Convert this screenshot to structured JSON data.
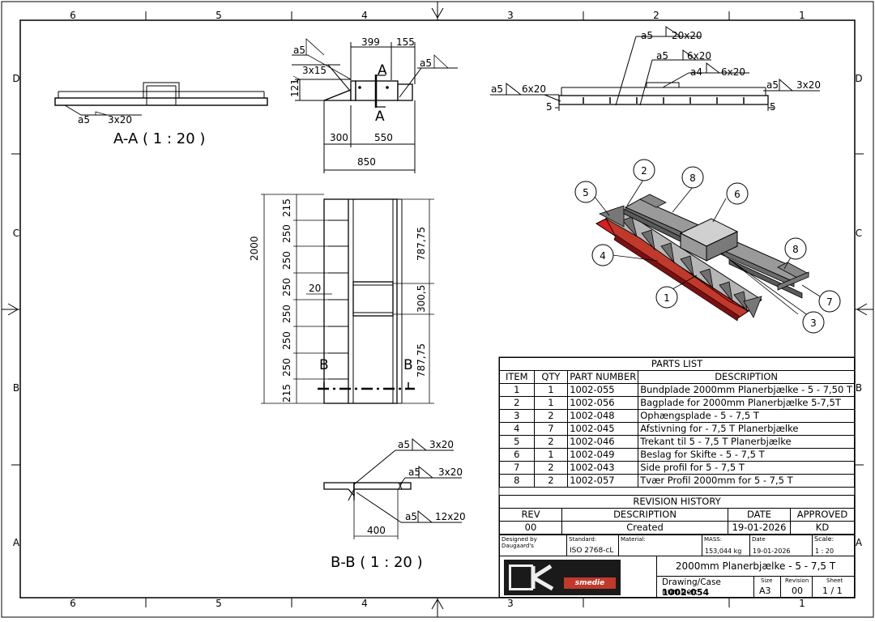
{
  "zones": {
    "columns": [
      "6",
      "5",
      "4",
      "3",
      "2",
      "1"
    ],
    "rows": [
      "D",
      "C",
      "B",
      "A"
    ]
  },
  "views": {
    "section_aa": "A-A ( 1 : 20 )",
    "section_bb": "B-B ( 1 : 20 )"
  },
  "dims": {
    "d399": "399",
    "d155": "155",
    "d3x15": "3x15",
    "d121": "121",
    "d300": "300",
    "d550": "550",
    "d850": "850",
    "d2000": "2000",
    "d215a": "215",
    "d250a": "250",
    "d250b": "250",
    "d250c": "250",
    "d250d": "250",
    "d250e": "250",
    "d250f": "250",
    "d215b": "215",
    "d20": "20",
    "d787a": "787,75",
    "d300_5": "300,5",
    "d787b": "787,75",
    "d400": "400",
    "d5a": "5",
    "d5b": "5",
    "label_a_top": "A",
    "label_a_bottom": "A",
    "label_b_left": "B",
    "label_b_right": "B"
  },
  "welds": {
    "w_a5": "a5",
    "w_3x20": "3x20",
    "w_20x20": "20x20",
    "w_6x20": "6x20",
    "w_a4": "a4",
    "w_12x20": "12x20"
  },
  "balloons": [
    "1",
    "2",
    "3",
    "4",
    "5",
    "6",
    "7",
    "8",
    "8"
  ],
  "parts_list": {
    "title": "PARTS LIST",
    "headers": [
      "ITEM",
      "QTY",
      "PART NUMBER",
      "DESCRIPTION"
    ],
    "rows": [
      [
        "1",
        "1",
        "1002-055",
        "Bundplade 2000mm Planerbjælke - 5 - 7,50 T"
      ],
      [
        "2",
        "1",
        "1002-056",
        "Bagplade for 2000mm Planerbjælke 5-7,5T"
      ],
      [
        "3",
        "2",
        "1002-048",
        "Ophængsplade - 5 - 7,5 T"
      ],
      [
        "4",
        "7",
        "1002-045",
        "Afstivning for  - 7,5 T Planerbjælke"
      ],
      [
        "5",
        "2",
        "1002-046",
        "Trekant til 5 - 7,5 T Planerbjælke"
      ],
      [
        "6",
        "1",
        "1002-049",
        "Beslag for Skifte - 5 - 7,5 T"
      ],
      [
        "7",
        "2",
        "1002-043",
        "Side profil for 5 - 7,5 T"
      ],
      [
        "8",
        "2",
        "1002-057",
        "Tvær Profil 2000mm for 5 - 7,5 T"
      ]
    ]
  },
  "revision_history": {
    "title": "REVISION HISTORY",
    "headers": [
      "REV",
      "DESCRIPTION",
      "DATE",
      "APPROVED"
    ],
    "rows": [
      [
        "00",
        "Created",
        "19-01-2026",
        "KD"
      ]
    ]
  },
  "title_block": {
    "designed_by_label": "Designed by",
    "designed_by": "Daugaard's",
    "standard_label": "Standard:",
    "standard": "ISO 2768-cL",
    "material_label": "Material:",
    "mass_label": "MASS:",
    "mass": "153,044 kg",
    "date_label": "Date",
    "date": "19-01-2026",
    "scale_label": "Scale:",
    "scale": "1 : 20",
    "title": "2000mm Planerbjælke - 5 - 7,5 T",
    "drawing_label": "Drawing/Case number:",
    "drawing_number": "1002-054",
    "size_label": "Size",
    "size": "A3",
    "revision_label": "Revision",
    "revision": "00",
    "sheet_label": "Sheet",
    "sheet": "1 / 1",
    "logo_text": "smedie"
  },
  "colors": {
    "line": "#000000",
    "steel_dark": "#555555",
    "steel_mid": "#8a8a8a",
    "steel_light": "#c8c8c8",
    "red_plate": "#d81e1e",
    "logo_bg": "#1a1a1a",
    "logo_accent": "#c0392b"
  }
}
